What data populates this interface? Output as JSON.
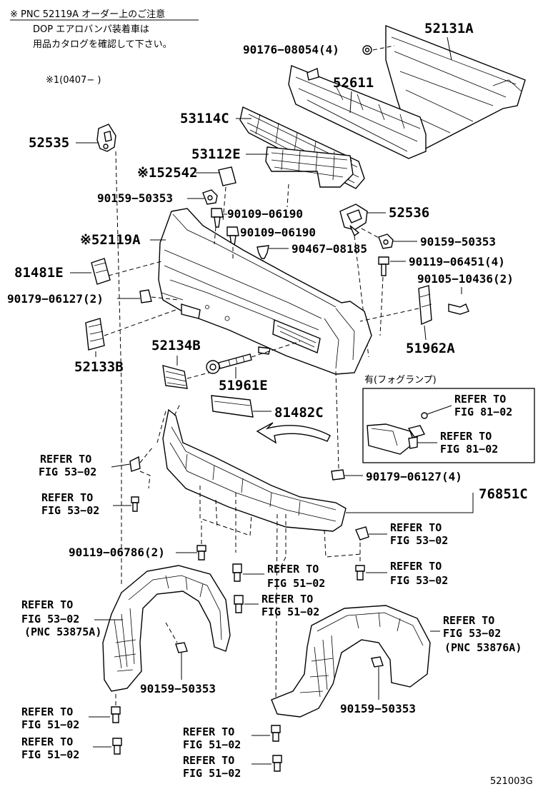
{
  "header": {
    "note_line1": "※  PNC 52119A オーダー上のご注意",
    "note_line2": "DOP エアロバンパ装着車は",
    "note_line3": "用品カタログを確認して下さい。",
    "date_note": "※1(0407−      )"
  },
  "inset": {
    "title": "有(フォグランプ)",
    "ref1_line1": "REFER TO",
    "ref1_line2": "FIG 81−02",
    "ref2_line1": "REFER TO",
    "ref2_line2": "FIG 81−02"
  },
  "labels": {
    "p52131A": "52131A",
    "p90176": "90176−08054(4)",
    "p52611": "52611",
    "p53114C": "53114C",
    "p52535": "52535",
    "p53112E": "53112E",
    "p52542": "※152542",
    "p90159a": "90159−50353",
    "p90109a": "90109−06190",
    "p52536": "52536",
    "p52119A": "※52119A",
    "p90109b": "90109−06190",
    "p90159b": "90159−50353",
    "p90467": "90467−08185",
    "p81481E": "81481E",
    "p90119a": "90119−06451(4)",
    "p90105": "90105−10436(2)",
    "p90179a": "90179−06127(2)",
    "p52133B": "52133B",
    "p51962A": "51962A",
    "p52134B": "52134B",
    "p51961E": "51961E",
    "p81482C": "81482C",
    "p90179b": "90179−06127(4)",
    "p76851C": "76851C",
    "p90119b": "90119−06786(2)",
    "p90159c": "90159−50353",
    "p90159d": "90159−50353"
  },
  "refs": {
    "r1a": "REFER TO",
    "r1b": "FIG 53−02",
    "r2a": "REFER TO",
    "r2b": "FIG 53−02",
    "r3a": "REFER TO",
    "r3b": "FIG 53−02",
    "r4a": "REFER TO",
    "r4b": "FIG 53−02",
    "r5a": "REFER TO",
    "r5b": "FIG 51−02",
    "r6a": "REFER TO",
    "r6b": "FIG 51−02",
    "r7a": "REFER TO",
    "r7b": "FIG 53−02",
    "r7c": "(PNC 53875A)",
    "r8a": "REFER TO",
    "r8b": "FIG 53−02",
    "r8c": "(PNC 53876A)",
    "r9a": "REFER TO",
    "r9b": "FIG 51−02",
    "r10a": "REFER TO",
    "r10b": "FIG 51−02",
    "r11a": "REFER TO",
    "r11b": "FIG 51−02",
    "r12a": "REFER TO",
    "r12b": "FIG 51−02"
  },
  "footer": {
    "code": "521003G"
  }
}
